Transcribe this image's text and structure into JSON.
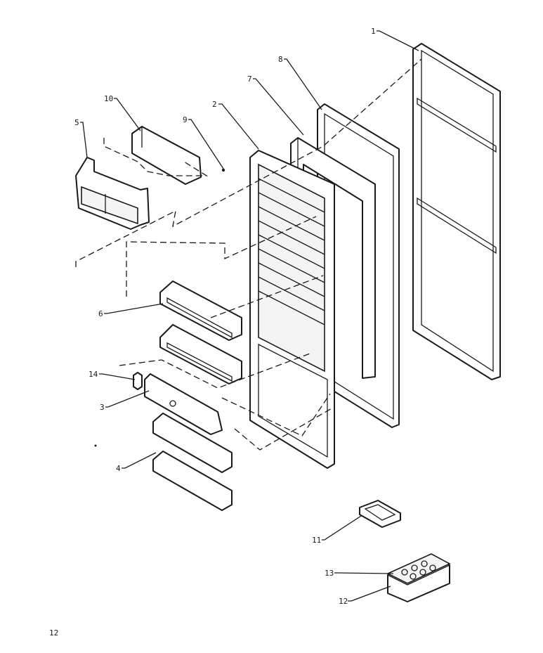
{
  "callouts": {
    "c1": "1",
    "c2": "2",
    "c3": "3",
    "c4": "4",
    "c5": "5",
    "c6": "6",
    "c7": "7",
    "c8": "8",
    "c9": "9",
    "c10": "10",
    "c11": "11",
    "c12": "12",
    "c13": "13",
    "c14": "14"
  },
  "page_number": "12"
}
